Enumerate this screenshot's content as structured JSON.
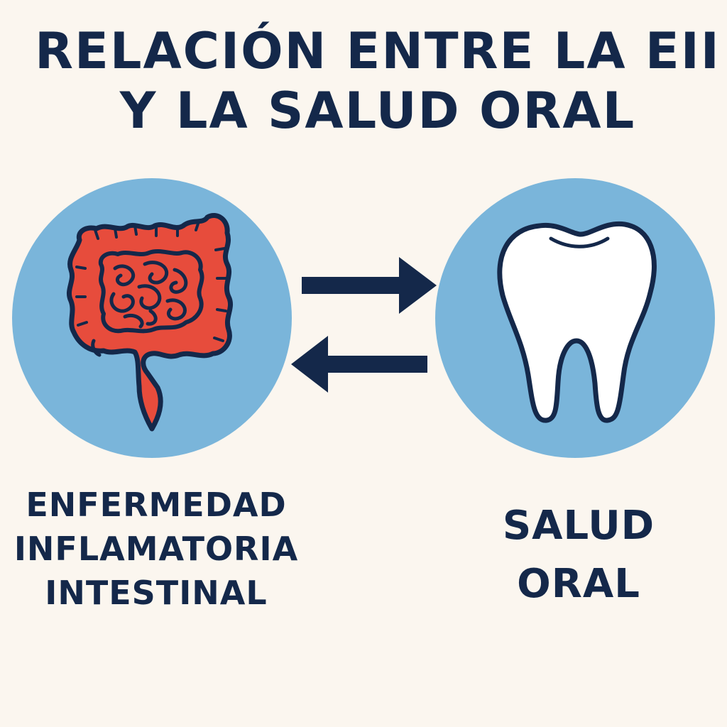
{
  "title": {
    "line1": "RELACIÓN ENTRE LA EII",
    "line2": "Y LA SALUD ORAL"
  },
  "left_node": {
    "icon": "intestine-icon",
    "label_lines": [
      "ENFERMEDAD",
      "INFLAMATORIA",
      "INTESTINAL"
    ]
  },
  "right_node": {
    "icon": "tooth-icon",
    "label_lines": [
      "SALUD",
      "ORAL"
    ]
  },
  "arrows": {
    "top": "arrow-right-icon",
    "bottom": "arrow-left-icon"
  },
  "colors": {
    "background": "#fbf6ef",
    "circle": "#7ab5da",
    "text": "#14284a",
    "intestine": "#e74c3c",
    "tooth": "#ffffff",
    "outline": "#14284a"
  }
}
